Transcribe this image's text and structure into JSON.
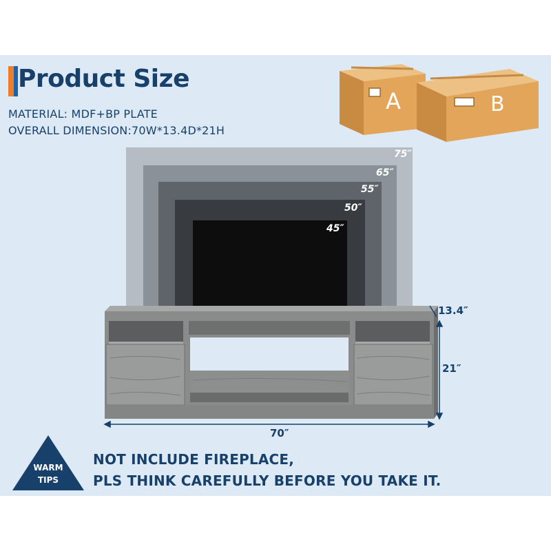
{
  "header": {
    "title": "Product Size",
    "material": "MATERIAL: MDF+BP PLATE",
    "dimension": "OVERALL DIMENSION:70W*13.4D*21H"
  },
  "boxes": [
    {
      "label": "A"
    },
    {
      "label": "B"
    }
  ],
  "tv_sizes": [
    {
      "label": "75″",
      "color": "#b6bcc3"
    },
    {
      "label": "65″",
      "color": "#8b9198"
    },
    {
      "label": "55″",
      "color": "#5f646b"
    },
    {
      "label": "50″",
      "color": "#383b40"
    },
    {
      "label": "45″",
      "color": "#0d0d0e"
    }
  ],
  "dimensions": {
    "depth": "13.4″",
    "height": "21″",
    "width": "70″"
  },
  "warm_tips": {
    "badge_line1": "WARM",
    "badge_line2": "TIPS",
    "line1": "NOT INCLUDE FIREPLACE,",
    "line2": "PLS THINK CAREFULLY BEFORE YOU TAKE IT."
  },
  "colors": {
    "panel": "#ddeaf5",
    "navy": "#17406b",
    "box": "#e3a55a",
    "wood": "#8a8c8c"
  }
}
